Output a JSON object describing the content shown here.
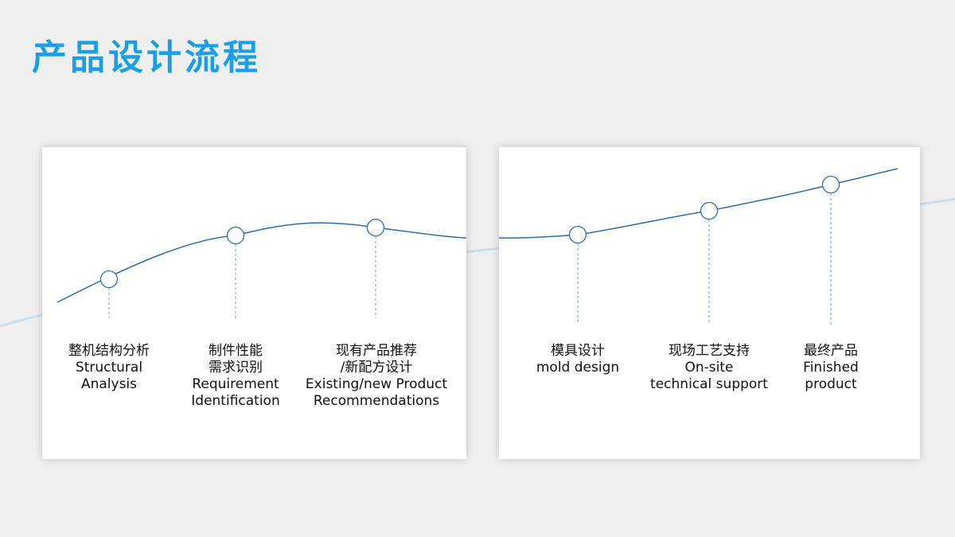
{
  "title": "产品设计流程",
  "colors": {
    "title": "#1a9fe6",
    "curve": "#2e6ca8",
    "dash": "#5aa0dc"
  },
  "steps": [
    {
      "zh": "整机结构分析",
      "en": [
        "Structural",
        "Analysis"
      ]
    },
    {
      "zh": [
        "制件性能",
        "需求识别"
      ],
      "en": [
        "Requirement",
        "Identification"
      ]
    },
    {
      "zh": [
        "现有产品推荐",
        "/新配方设计"
      ],
      "en": [
        "Existing/new Product",
        "Recommendations"
      ]
    },
    {
      "zh": "模具设计",
      "en": [
        "mold design"
      ]
    },
    {
      "zh": "现场工艺支持",
      "en": [
        "On-site",
        "technical support"
      ]
    },
    {
      "zh": "最终产品",
      "en": [
        "Finished",
        "product"
      ]
    }
  ]
}
